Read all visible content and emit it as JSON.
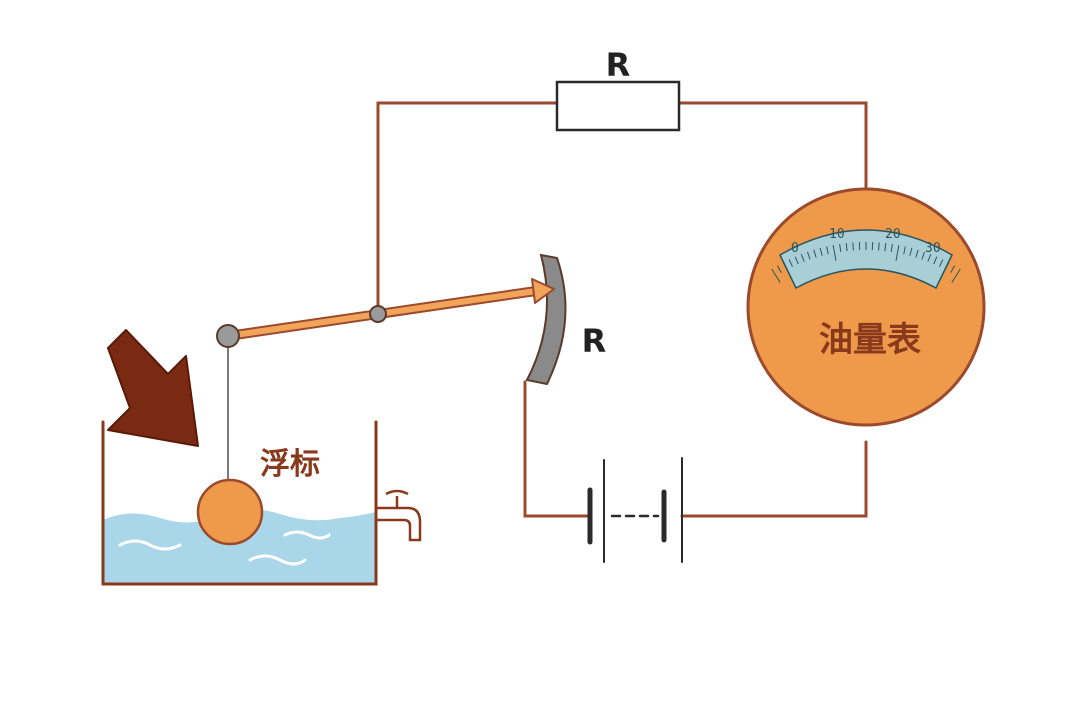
{
  "labels": {
    "top_resistor": "R",
    "variable_resistor": "R",
    "meter": "油量表",
    "float": "浮标"
  },
  "meter_scale": [
    "0",
    "10",
    "20",
    "30"
  ],
  "colors": {
    "wire": "#9b4a2c",
    "meter_fill": "#ee9a4a",
    "meter_scale": "#a9cfd6",
    "water": "#a9d6e8",
    "float": "#ee9a4a",
    "lever": "#f2a45b",
    "arrow": "#7a2a12",
    "slide_resistor": "#8a8a8a"
  }
}
